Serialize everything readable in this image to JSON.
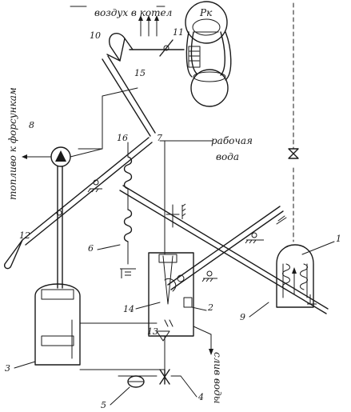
{
  "labels": {
    "air_to_boiler": "воздух в котел",
    "pk": "Pк",
    "working_water": "рабочая вода",
    "fuel_to_nozzles": "топливо к форсункам",
    "water_drain": "слив воды"
  },
  "numbers": [
    "1",
    "2",
    "3",
    "4",
    "5",
    "6",
    "7",
    "8",
    "9",
    "10",
    "11",
    "12",
    "13",
    "14",
    "15",
    "16"
  ]
}
